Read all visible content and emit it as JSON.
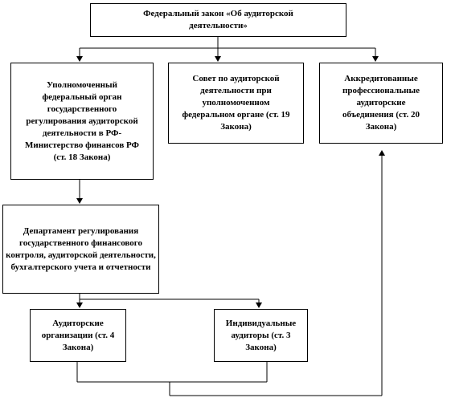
{
  "law": {
    "text": "Федеральный закон «Об аудиторской деятельности»"
  },
  "ministry": {
    "text": "Уполномоченный федеральный орган государственного регулирования аудиторской деятельности в РФ- Министерство финансов РФ (ст. 18 Закона)"
  },
  "council": {
    "text": "Совет по аудиторской деятельности при уполномоченном федеральном органе (ст. 19 Закона)"
  },
  "associations": {
    "text": "Аккредитованные профессиональные аудиторские объединения (ст. 20 Закона)"
  },
  "department": {
    "text": "Департамент регулирования государственного финансового контроля, аудиторской деятельности, бухгалтерского учета и отчетности"
  },
  "organizations": {
    "text": "Аудиторские организации (ст. 4 Закона)"
  },
  "individuals": {
    "text": "Индивидуальные аудиторы (ст. 3 Закона)"
  }
}
